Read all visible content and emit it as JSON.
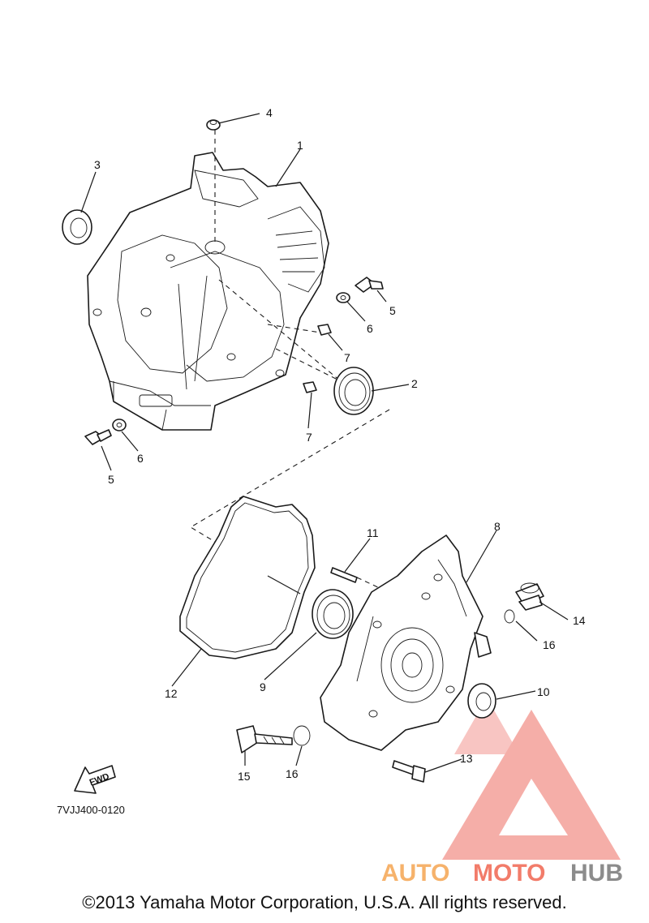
{
  "diagram": {
    "callouts": [
      {
        "id": "c1",
        "label": "1"
      },
      {
        "id": "c2",
        "label": "2"
      },
      {
        "id": "c3",
        "label": "3"
      },
      {
        "id": "c4",
        "label": "4"
      },
      {
        "id": "c5a",
        "label": "5"
      },
      {
        "id": "c5b",
        "label": "5"
      },
      {
        "id": "c6a",
        "label": "6"
      },
      {
        "id": "c6b",
        "label": "6"
      },
      {
        "id": "c7a",
        "label": "7"
      },
      {
        "id": "c7b",
        "label": "7"
      },
      {
        "id": "c8",
        "label": "8"
      },
      {
        "id": "c9",
        "label": "9"
      },
      {
        "id": "c10",
        "label": "10"
      },
      {
        "id": "c11",
        "label": "11"
      },
      {
        "id": "c12",
        "label": "12"
      },
      {
        "id": "c13",
        "label": "13"
      },
      {
        "id": "c14",
        "label": "14"
      },
      {
        "id": "c15",
        "label": "15"
      },
      {
        "id": "c16a",
        "label": "16"
      },
      {
        "id": "c16b",
        "label": "16"
      }
    ],
    "fwd_label": "FWD",
    "diagram_code": "7VJJ400-0120"
  },
  "watermark": {
    "part1": "AUTO",
    "part2": "MOTO",
    "part3": "HUB",
    "colors": {
      "auto": "#f6b26b",
      "moto": "#f27c6a",
      "hub": "#8c8c8c",
      "logo": "#f4a09a"
    }
  },
  "footer": {
    "copyright": "©2013 Yamaha Motor Corporation, U.S.A. All rights reserved."
  }
}
